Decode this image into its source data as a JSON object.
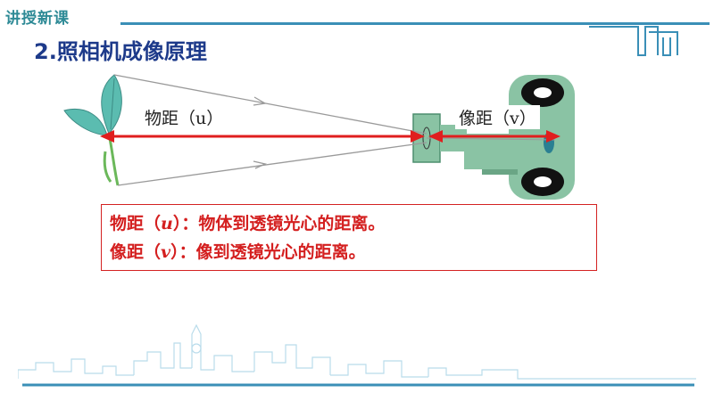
{
  "header": {
    "tag": "讲授新课"
  },
  "slide": {
    "title": "2.照相机成像原理"
  },
  "diagram": {
    "object_distance_label": "物距（u）",
    "image_distance_label": "像距（v）"
  },
  "definitions": [
    {
      "prefix": "物距（",
      "symbol": "u",
      "suffix": "）：物体到透镜光心的距离。"
    },
    {
      "prefix": "像距（",
      "symbol": "v",
      "suffix": "）：像到透镜光心的距离。"
    }
  ],
  "colors": {
    "accent": "#3a8fb7",
    "title": "#1d3a8a",
    "highlight": "#d41f1f",
    "leaf": "#5bbcb0",
    "camera": "#8ac3a4"
  }
}
